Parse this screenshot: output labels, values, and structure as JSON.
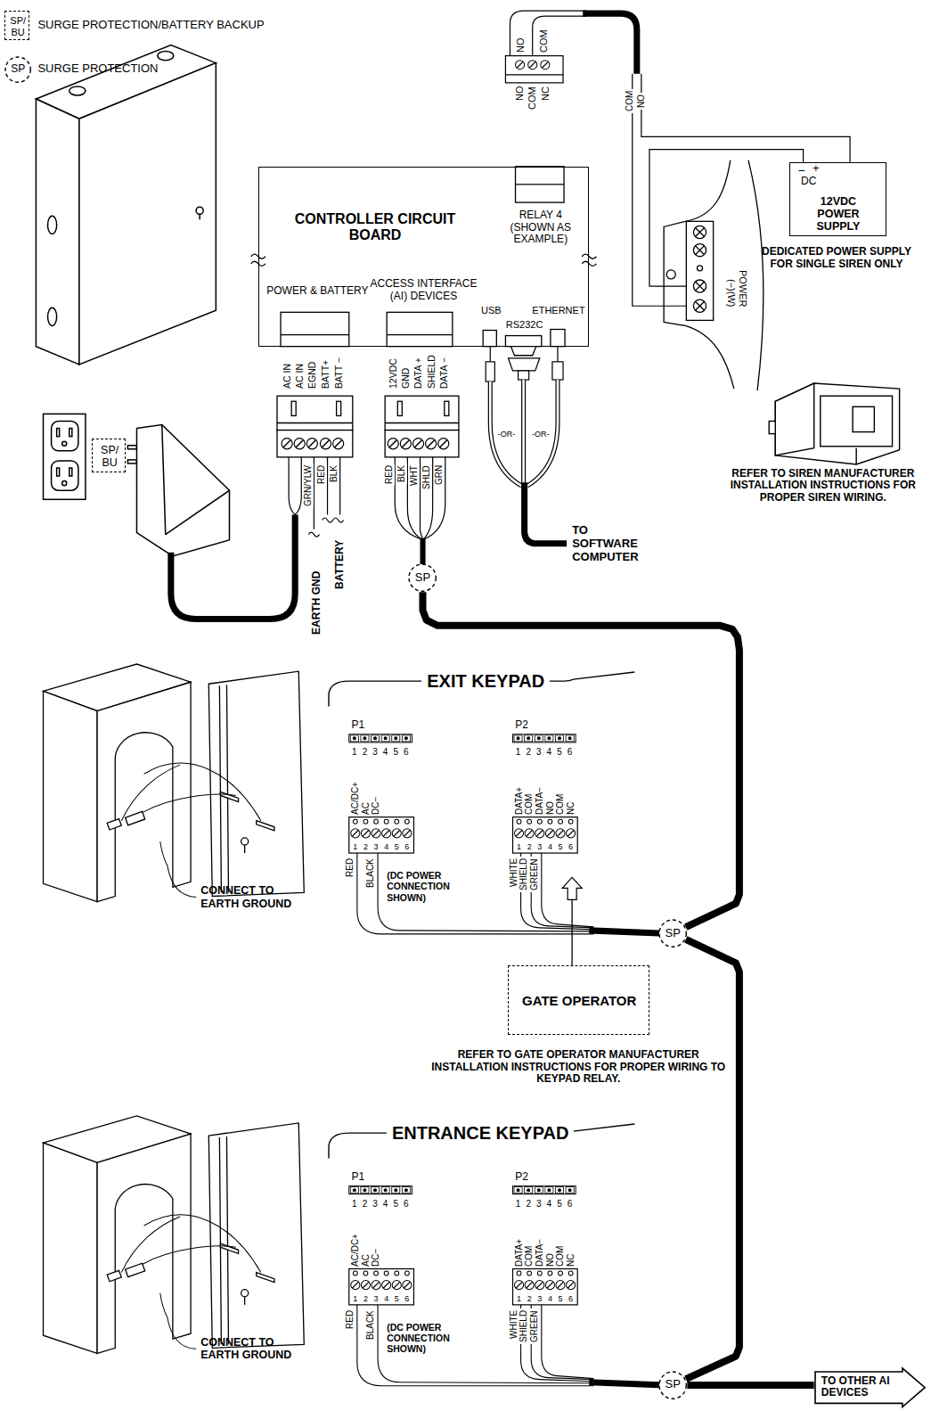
{
  "diagram": {
    "nodes": [
      {
        "text": [
          "SP/ BU"
        ]
      },
      {
        "text": [
          "SP"
        ]
      },
      {
        "text": [
          "CONTROLLER CIRCUIT BOARD",
          "RELAY 4 (SHOWN AS EXAMPLE)",
          "POWER & BATTERY",
          "ACCESS INTERFACE (AI) DEVICES",
          "USB",
          "RS232C",
          "ETHERNET"
        ]
      },
      {
        "text": [
          "−",
          "+",
          "DC",
          "12VDC POWER SUPPLY"
        ]
      },
      {
        "text": [
          "SP/ BU"
        ]
      },
      {
        "text": [
          "SP"
        ]
      },
      {
        "text": [
          "EXIT KEYPAD"
        ]
      },
      {
        "text": [
          "SP"
        ]
      },
      {
        "text": [
          "GATE OPERATOR"
        ]
      },
      {
        "text": [
          "ENTRANCE KEYPAD"
        ]
      },
      {
        "text": [
          "SP"
        ]
      },
      {
        "text": [
          "TO OTHER AI DEVICES"
        ]
      }
    ],
    "edges": [
      {
        "from": 5,
        "to": 7,
        "arrow": "none"
      },
      {
        "from": 7,
        "to": 10,
        "arrow": "none"
      },
      {
        "from": 10,
        "to": 11,
        "arrow": "none"
      },
      {
        "from": 8,
        "to": 6,
        "arrow": "to"
      }
    ],
    "labels": [
      "NO",
      "COM",
      "NO",
      "COM",
      "NC",
      "COM",
      "NO",
      "DEDICATED POWER SUPPLY FOR SINGLE SIREN ONLY",
      "POWER",
      "(−)(W)",
      "REFER TO SIREN MANUFACTURER INSTALLATION INSTRUCTIONS FOR PROPER SIREN WIRING.",
      "AC IN",
      "AC IN",
      "EGND",
      "BATT+",
      "BATT −",
      "12VDC",
      "GND",
      "DATA +",
      "SHIELD",
      "DATA −",
      "GRN/YLW",
      "RED",
      "BLK",
      "RED",
      "BLK",
      "WHT",
      "SHLD",
      "GRN",
      "EARTH GND",
      "BATTERY",
      "-OR-",
      "-OR-",
      "TO SOFTWARE COMPUTER",
      "P1",
      "P2",
      "1",
      "2",
      "3",
      "4",
      "5",
      "6",
      "1",
      "2",
      "3",
      "4",
      "5",
      "6",
      "AC/DC+",
      "AC",
      "DC−",
      "DATA+",
      "COM",
      "DATA−",
      "NO",
      "COM",
      "NC",
      "1",
      "2",
      "3",
      "4",
      "5",
      "6",
      "1",
      "2",
      "3",
      "4",
      "5",
      "6",
      "RED",
      "BLACK",
      "(DC POWER CONNECTION SHOWN)",
      "WHITE",
      "SHIELD",
      "GREEN",
      "CONNECT TO EARTH GROUND",
      "REFER TO GATE OPERATOR MANUFACTURER INSTALLATION INSTRUCTIONS FOR PROPER WIRING TO KEYPAD RELAY.",
      "P1",
      "P2",
      "1",
      "2",
      "3",
      "4",
      "5",
      "6",
      "1",
      "2",
      "3",
      "4",
      "5",
      "6",
      "AC/DC+",
      "AC",
      "DC−",
      "DATA+",
      "COM",
      "DATA−",
      "NO",
      "COM",
      "NC",
      "1",
      "2",
      "3",
      "4",
      "5",
      "6",
      "1",
      "2",
      "3",
      "4",
      "5",
      "6",
      "RED",
      "BLACK",
      "(DC POWER CONNECTION SHOWN)",
      "WHITE",
      "SHIELD",
      "GREEN",
      "CONNECT TO EARTH GROUND"
    ],
    "legend": [
      {
        "text": "SURGE PROTECTION/BATTERY BACKUP"
      },
      {
        "text": "SURGE PROTECTION"
      }
    ]
  }
}
